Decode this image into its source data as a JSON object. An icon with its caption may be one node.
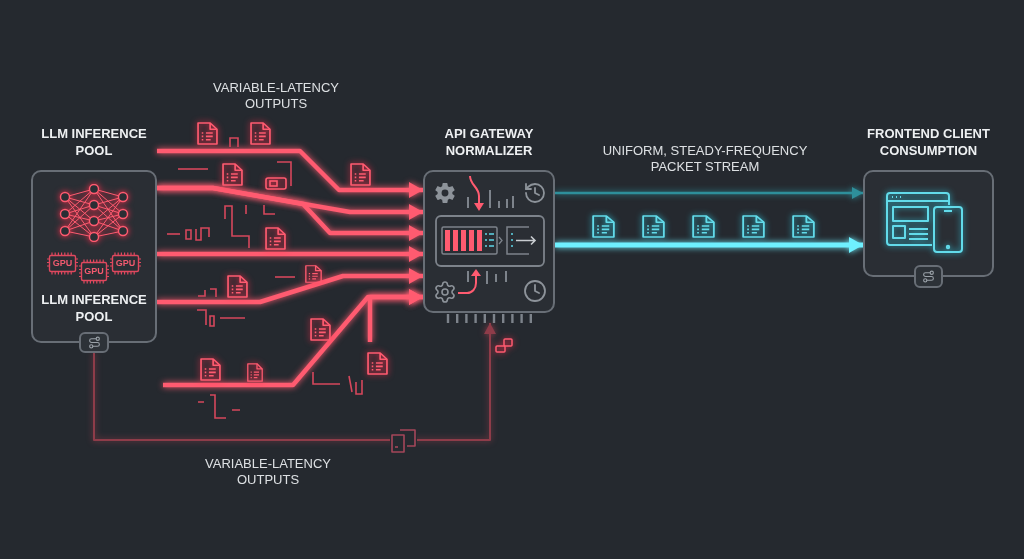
{
  "diagram": {
    "nodes": [
      {
        "text": [
          "LLM INFERENCE POOL",
          "LLM INFERENCE POOL"
        ]
      },
      {
        "text": [
          "GPU"
        ],
        "in": 0
      },
      {
        "text": [
          "GPU"
        ],
        "in": 0
      },
      {
        "text": [
          "GPU"
        ],
        "in": 0
      },
      {
        "text": [
          "API GATEWAY NORMALIZER"
        ]
      },
      {
        "text": [
          "FRONTEND CLIENT CONSUMPTION"
        ]
      }
    ],
    "edges": [
      {
        "from": 0,
        "to": 4,
        "arrow": "to"
      },
      {
        "from": 0,
        "to": 4,
        "arrow": "to"
      },
      {
        "from": 0,
        "to": 4,
        "arrow": "to"
      },
      {
        "from": 0,
        "to": 4,
        "arrow": "to"
      },
      {
        "from": 0,
        "to": 4,
        "arrow": "to"
      },
      {
        "from": null,
        "to": 4,
        "arrow": "to"
      },
      {
        "from": null,
        "to": 4,
        "arrow": "to"
      },
      {
        "from": 4,
        "to": 5,
        "arrow": "to",
        "color": "#2e8f9b"
      },
      {
        "from": 4,
        "to": 5,
        "arrow": "to",
        "color": "#6ff0ff"
      },
      {
        "from": 0,
        "to": 4,
        "arrow": "to",
        "color": "#8e3c49"
      }
    ],
    "labels": [
      "VARIABLE-LATENCY OUTPUTS",
      "UNIFORM, STEADY-FREQUENCY PACKET STREAM",
      "VARIABLE-LATENCY OUTPUTS"
    ]
  }
}
